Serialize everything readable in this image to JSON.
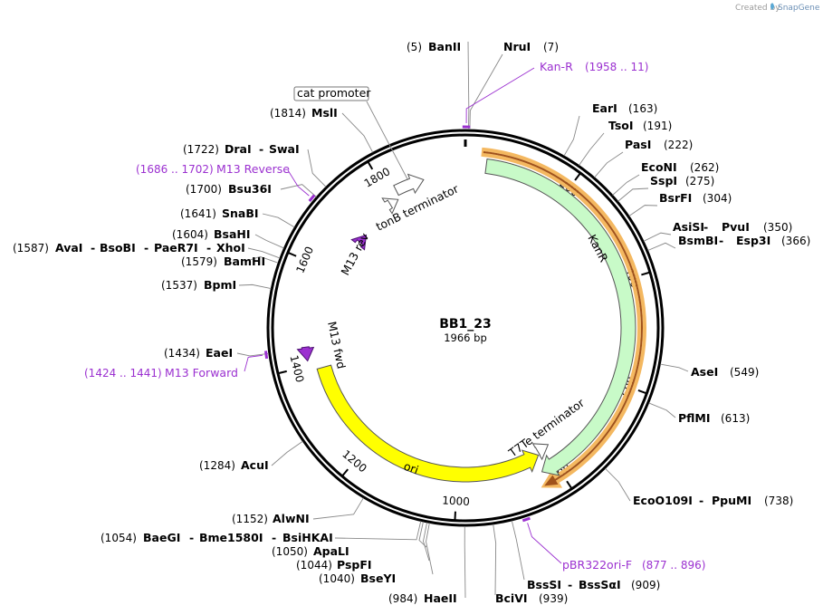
{
  "plasmid": {
    "name": "BB1_23",
    "length_label": "1966 bp",
    "length": 1966
  },
  "credit": {
    "text": "Created by",
    "brand": "SnapGene"
  },
  "colors": {
    "feature": "#9b30d0",
    "kanr": "#c8fac8",
    "ori": "#ffff00",
    "primer": "#9b30d0",
    "highlight": "#f4b860"
  },
  "enzymes": [
    {
      "name": "BanII",
      "pos": "(5)",
      "bp": 5
    },
    {
      "name": "NruI",
      "pos": "(7)",
      "bp": 7
    },
    {
      "name": "EarI",
      "pos": "(163)",
      "bp": 163
    },
    {
      "name": "TsoI",
      "pos": "(191)",
      "bp": 191
    },
    {
      "name": "PasI",
      "pos": "(222)",
      "bp": 222
    },
    {
      "name": "EcoNI",
      "pos": "(262)",
      "bp": 262
    },
    {
      "name": "SspI",
      "pos": "(275)",
      "bp": 275
    },
    {
      "name": "BsrFI",
      "pos": "(304)",
      "bp": 304
    },
    {
      "name": "AsiSI",
      "name2": "PvuI",
      "pos": "(350)",
      "bp": 350
    },
    {
      "name": "BsmBI",
      "name2": "Esp3I",
      "pos": "(366)",
      "bp": 366
    },
    {
      "name": "AseI",
      "pos": "(549)",
      "bp": 549
    },
    {
      "name": "PflMI",
      "pos": "(613)",
      "bp": 613
    },
    {
      "name": "EcoO109I",
      "name2": "PpuMI",
      "pos": "(738)",
      "bp": 738
    },
    {
      "name": "BssSI",
      "name2": "BssSαI",
      "pos": "(909)",
      "bp": 909
    },
    {
      "name": "BciVI",
      "pos": "(939)",
      "bp": 939
    },
    {
      "name": "HaeII",
      "pos": "(984)",
      "bp": 984
    },
    {
      "name": "BseYI",
      "pos": "(1040)",
      "bp": 1040
    },
    {
      "name": "PspFI",
      "pos": "(1044)",
      "bp": 1044
    },
    {
      "name": "ApaLI",
      "pos": "(1050)",
      "bp": 1050
    },
    {
      "name": "BaeGI",
      "name2": "Bme1580I",
      "name3": "BsiHKAI",
      "pos": "(1054)",
      "bp": 1054
    },
    {
      "name": "AlwNI",
      "pos": "(1152)",
      "bp": 1152
    },
    {
      "name": "AcuI",
      "pos": "(1284)",
      "bp": 1284
    },
    {
      "name": "EaeI",
      "pos": "(1434)",
      "bp": 1434
    },
    {
      "name": "BpmI",
      "pos": "(1537)",
      "bp": 1537
    },
    {
      "name": "BamHI",
      "pos": "(1579)",
      "bp": 1579
    },
    {
      "name": "AvaI",
      "name2": "BsoBI",
      "name3": "PaeR7I",
      "name4": "XhoI",
      "pos": "(1587)",
      "bp": 1587
    },
    {
      "name": "BsaHI",
      "pos": "(1604)",
      "bp": 1604
    },
    {
      "name": "SnaBI",
      "pos": "(1641)",
      "bp": 1641
    },
    {
      "name": "Bsu36I",
      "pos": "(1700)",
      "bp": 1700
    },
    {
      "name": "DraI",
      "name2": "SwaI",
      "pos": "(1722)",
      "bp": 1722
    },
    {
      "name": "MslI",
      "pos": "(1814)",
      "bp": 1814
    }
  ],
  "feature_labels": [
    {
      "name": "Kan-R",
      "range": "(1958 .. 11)",
      "start": 1958,
      "end": 11
    },
    {
      "name": "M13 Reverse",
      "range": "(1686 .. 1702)",
      "start": 1686,
      "end": 1702
    },
    {
      "name": "M13 Forward",
      "range": "(1424 .. 1441)",
      "start": 1424,
      "end": 1441
    },
    {
      "name": "pBR322ori-F",
      "range": "(877 .. 896)",
      "start": 877,
      "end": 896
    }
  ],
  "features": [
    {
      "name": "KanR",
      "start": 40,
      "end": 830,
      "color": "#c8fac8"
    },
    {
      "name": "ori",
      "start": 1390,
      "end": 820,
      "color": "#ffff00"
    },
    {
      "name": "M13 fwd",
      "start": 1437,
      "end": 1410,
      "color": "#9b30d0"
    },
    {
      "name": "M13 rev",
      "start": 1688,
      "end": 1710,
      "color": "#9b30d0"
    },
    {
      "name": "T7Te terminator",
      "start": 817,
      "end": 790,
      "color": "#ffffff"
    },
    {
      "name": "tonB terminator",
      "start": 1820,
      "end": 1880,
      "color": "#ffffff"
    }
  ],
  "boxed_label": {
    "name": "cat promoter"
  },
  "ticks": [
    "200",
    "400",
    "600",
    "800",
    "1000",
    "1200",
    "1400",
    "1600",
    "1800"
  ]
}
